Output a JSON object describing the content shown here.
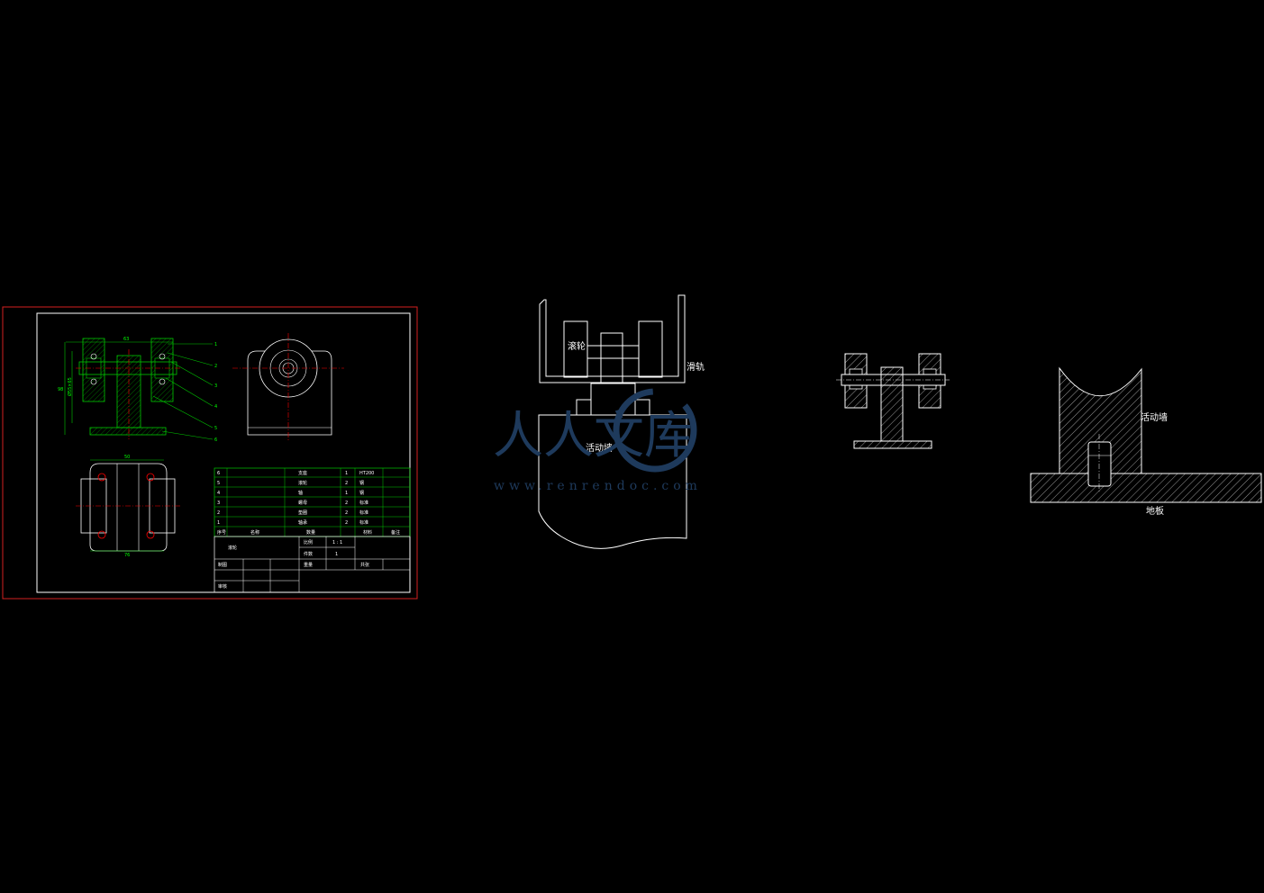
{
  "drawing1": {
    "balloons": [
      "1",
      "2",
      "3",
      "4",
      "5",
      "6"
    ],
    "dims": {
      "top_width": "63",
      "height_v": "98",
      "bearing": "Ø55×65",
      "plan_top": "50",
      "plan_bottom": "76"
    },
    "bom_rows": [
      {
        "no": "6",
        "name": "支座",
        "qty": "1",
        "mat": "HT200"
      },
      {
        "no": "5",
        "name": "滚轮",
        "qty": "2",
        "mat": "钢"
      },
      {
        "no": "4",
        "name": "轴",
        "qty": "1",
        "mat": "钢"
      },
      {
        "no": "3",
        "name": "螺母",
        "qty": "2",
        "mat": "标准"
      },
      {
        "no": "2",
        "name": "垫圈",
        "qty": "2",
        "mat": "标准"
      },
      {
        "no": "1",
        "name": "轴承",
        "qty": "2",
        "mat": "标准"
      }
    ],
    "bom_header": {
      "no": "序号",
      "name": "名称",
      "qty": "数量",
      "mat": "材料",
      "note": "备注"
    },
    "title_block": {
      "title": "滚轮",
      "scale_label": "比例",
      "scale": "1 : 1",
      "qty_label": "件数",
      "qty": "1",
      "weight_label": "重量",
      "sheet_label": "共张",
      "drawn": "制图",
      "checked": "审核"
    }
  },
  "drawing2": {
    "roller_label": "滚轮",
    "rail_label": "滑轨",
    "wall_label": "活动墙"
  },
  "drawing4": {
    "wall_label": "活动墙",
    "floor_label": "地板"
  },
  "watermark": {
    "brand": "人人文库",
    "url": "www.renrendoc.com"
  },
  "colors": {
    "frame": "#d42020",
    "part_line": "#00c800",
    "center": "#ff0000",
    "sketch": "#ffffff"
  }
}
